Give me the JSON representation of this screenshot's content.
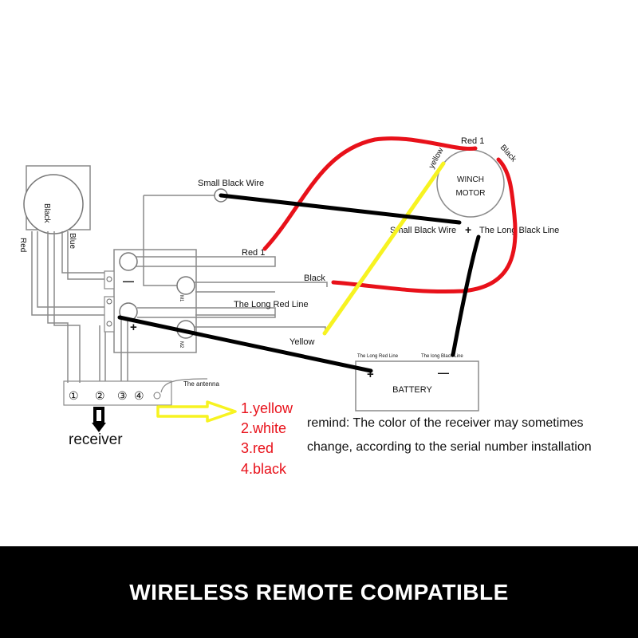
{
  "colors": {
    "red_wire": "#e8111a",
    "yellow_wire": "#f7f321",
    "black_wire": "#000000",
    "outline": "#8a8a8a",
    "red_text": "#e8111a",
    "banner_bg": "#000000",
    "banner_text": "#ffffff"
  },
  "switch_box": {
    "black_label": "Black",
    "red_label": "Red",
    "blue_label": "Blue"
  },
  "solenoid": {
    "minus_label": "—",
    "plus_label": "+",
    "m1_label": "M1",
    "m2_label": "M2"
  },
  "wire_labels": {
    "small_black_wire_top": "Small Black Wire",
    "red_1": "Red 1",
    "black": "Black",
    "long_red_line": "The Long Red Line",
    "yellow": "Yellow"
  },
  "motor": {
    "title_line1": "WINCH",
    "title_line2": "MOTOR",
    "red_1": "Red 1",
    "yellow": "yellow",
    "black": "Black",
    "small_black_wire": "Small Black Wire",
    "plus": "+",
    "long_black_line": "The Long Black Line"
  },
  "battery": {
    "label": "BATTERY",
    "plus": "+",
    "minus": "—",
    "long_red_line": "The Long Red Line",
    "long_black_line": "The long Black Line"
  },
  "receiver": {
    "terminals": [
      "①",
      "②",
      "③",
      "④"
    ],
    "antenna_label": "The antenna",
    "label": "receiver"
  },
  "color_legend": [
    "1.yellow",
    "2.white",
    "3.red",
    "4.black"
  ],
  "remind": {
    "line1": "remind: The color of the receiver may sometimes",
    "line2": "change, according to the serial number installation"
  },
  "banner": {
    "text": "WIRELESS REMOTE COMPATIBLE"
  }
}
